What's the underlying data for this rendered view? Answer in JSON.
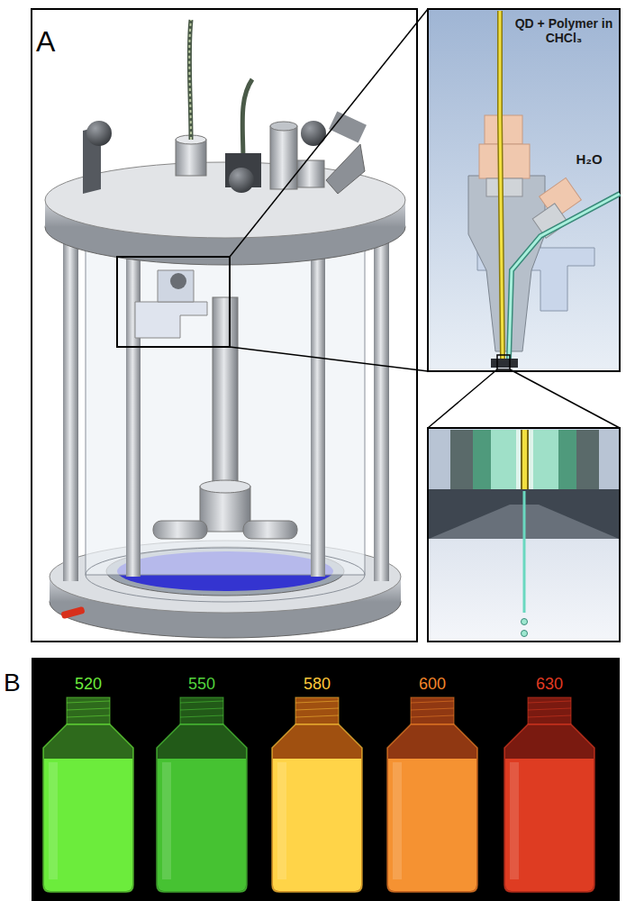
{
  "diagram": {
    "nodes": [
      {
        "text": [
          "520"
        ]
      },
      {
        "text": [
          "550"
        ]
      },
      {
        "text": [
          "580"
        ]
      },
      {
        "text": [
          "600"
        ]
      },
      {
        "text": [
          "630"
        ]
      }
    ],
    "labels": [
      "A",
      "QD + Polymer in CHCl₃",
      "H₂O",
      "B"
    ]
  }
}
